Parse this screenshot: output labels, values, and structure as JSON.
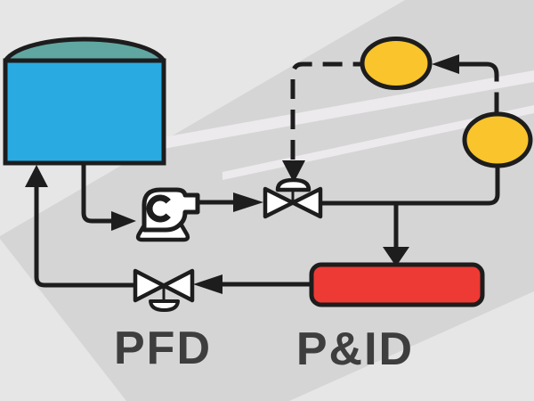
{
  "labels": {
    "left": "PFD",
    "right": "P&ID"
  },
  "colors": {
    "bg-base": "#d6d5d6",
    "bg-light": "#e7e6e7",
    "bg-stripe": "#eceaec",
    "tank-blue": "#29abe2",
    "tank-dome-teal": "#60a7a2",
    "instrument-yellow": "#f9c42c",
    "vessel-red": "#ee3a34",
    "line-ink": "#1d1d1d",
    "symbol-white": "#ffffff",
    "label-gray": "#3e3e3e"
  },
  "components": {
    "tank": "storage-tank",
    "pump": "centrifugal-pump",
    "valve_top": "control-valve-with-diaphragm-actuator",
    "valve_bottom": "manual-valve",
    "bubble_1": "instrument-bubble",
    "bubble_2": "instrument-bubble",
    "vessel": "process-vessel",
    "dashed_lines": "instrument-signal-lines",
    "solid_lines": "process-flow-lines"
  }
}
